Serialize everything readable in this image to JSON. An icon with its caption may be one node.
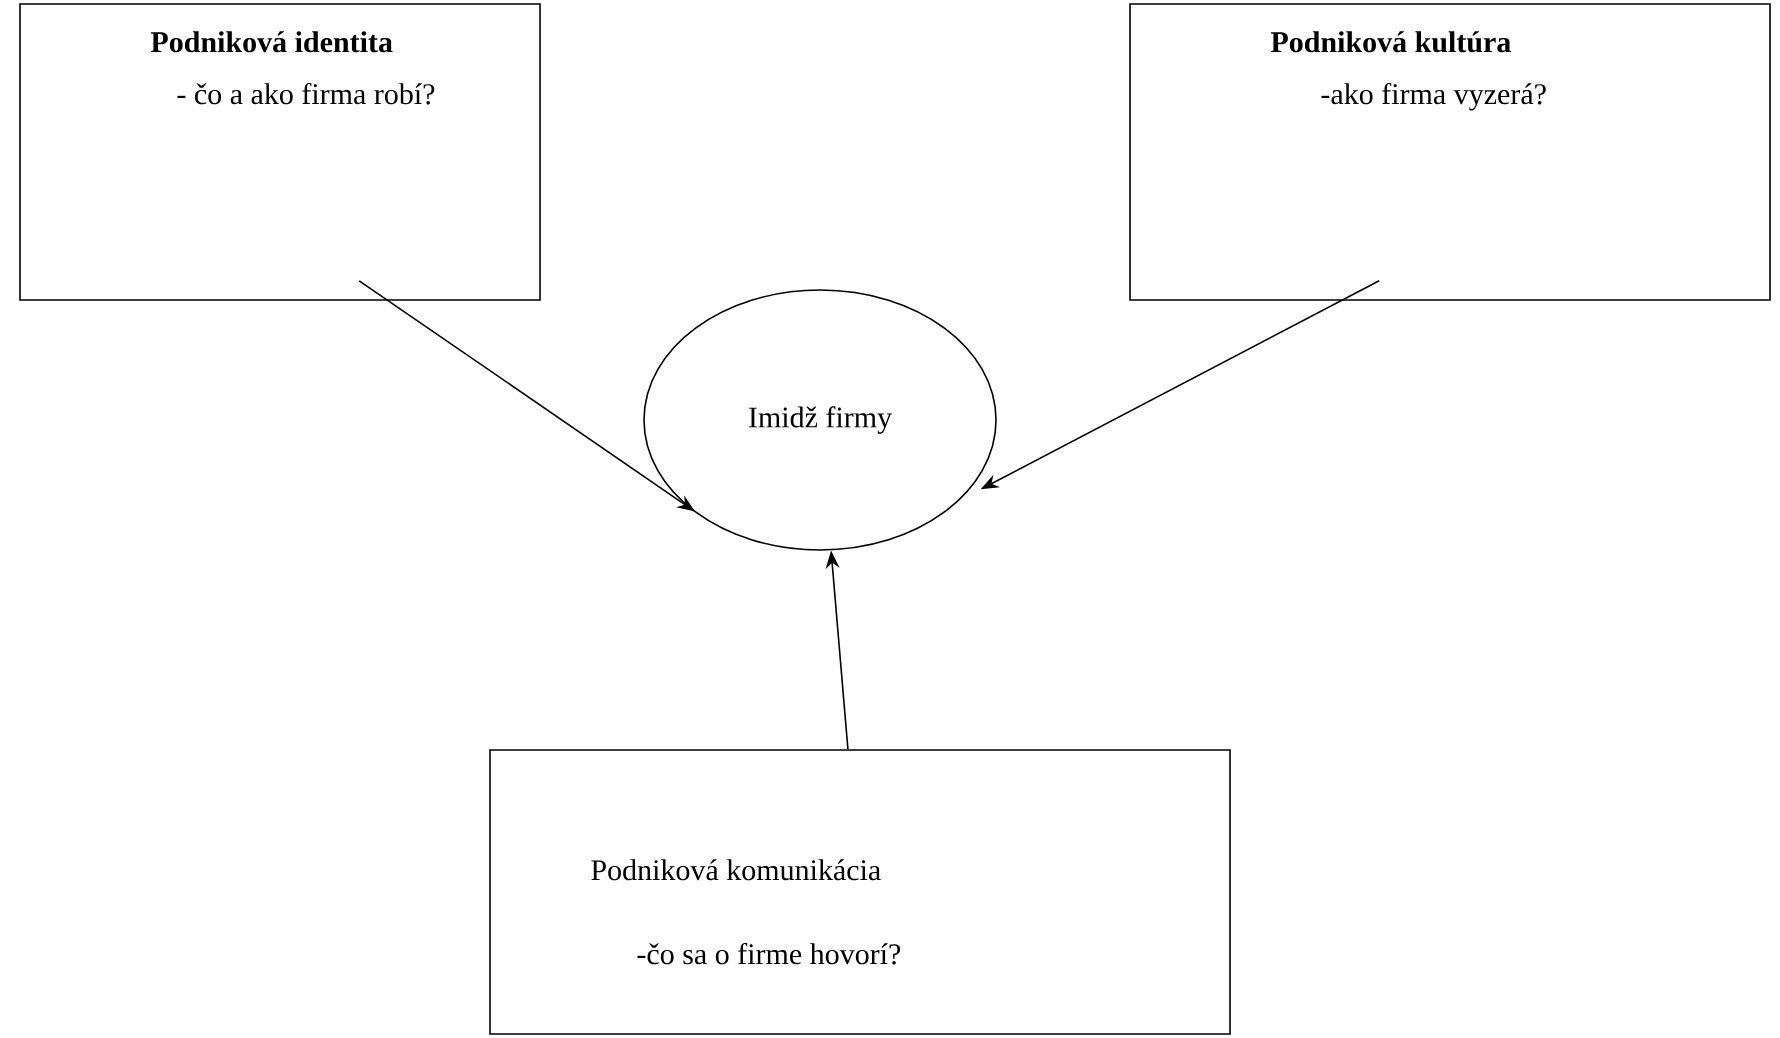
{
  "diagram": {
    "nodes": [
      {
        "text": [
          "Podniková identita",
          "- čo a ako firma robí?"
        ]
      },
      {
        "text": [
          "Podniková kultúra",
          "-ako firma vyzerá?"
        ]
      },
      {
        "text": [
          "Imidž firmy"
        ]
      },
      {
        "text": [
          "Podniková komunikácia",
          "-čo sa o firme hovorí?"
        ]
      }
    ],
    "edges": [
      {
        "from": 0,
        "to": 2,
        "arrow": "to"
      },
      {
        "from": 1,
        "to": 2,
        "arrow": "to"
      },
      {
        "from": 3,
        "to": 2,
        "arrow": "to"
      }
    ]
  }
}
